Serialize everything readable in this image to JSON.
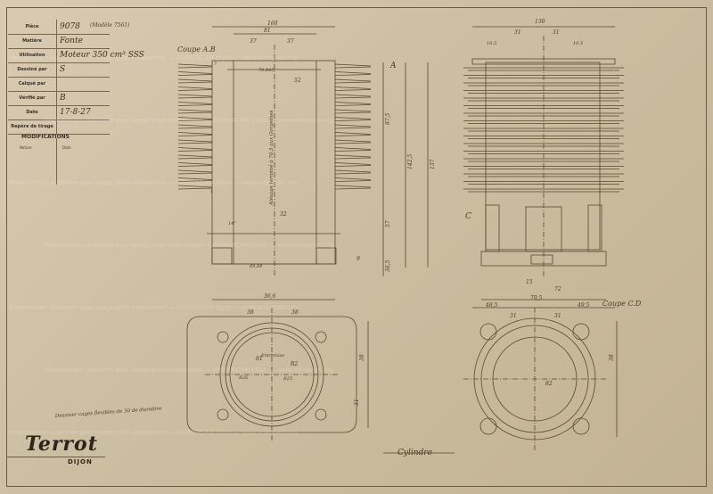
{
  "title_block": {
    "rows": [
      {
        "label": "Pièce",
        "value": "9078",
        "note": "(Modèle 7561)"
      },
      {
        "label": "Matière",
        "value": "Fonte",
        "note": ""
      },
      {
        "label": "Utilisation",
        "value": "Moteur 350 cm³ SSS",
        "note": ""
      },
      {
        "label": "Dessiné par",
        "value": "S",
        "note": ""
      },
      {
        "label": "Calqué par",
        "value": "",
        "note": ""
      },
      {
        "label": "Vérifié par",
        "value": "B",
        "note": ""
      },
      {
        "label": "Date",
        "value": "17-8-27",
        "note": ""
      },
      {
        "label": "Repère de tirage",
        "value": "",
        "note": ""
      }
    ],
    "modifications_heading": "MODIFICATIONS",
    "modif_columns": [
      "Nature",
      "Date"
    ]
  },
  "logo": {
    "brand": "Terrot",
    "city": "DIJON"
  },
  "views": {
    "section_ab_label": "Coupe A.B",
    "section_cd_label": "Coupe C.D",
    "title": "Cylindre",
    "mark_a": "A",
    "mark_c": "C",
    "bore_note": "Alésage terminé à 70,5 aux Gorgeines",
    "bottom_left_note": "Dessiner cages flexibles de 30 de diamètre",
    "plan_note": "Entretoise"
  },
  "dimensions": {
    "top": [
      "160",
      "81",
      "37",
      "37",
      "130",
      "31",
      "31",
      "10,5",
      "10,5"
    ],
    "left_view": [
      "70,843",
      "52",
      "32",
      "14°",
      "69,89",
      "7",
      "1"
    ],
    "vertical": [
      "87,5",
      "142,5",
      "137",
      "57",
      "36,5",
      "9"
    ],
    "middle": [
      "36,6",
      "38",
      "38",
      "15",
      "72",
      "48,5",
      "79,5",
      "49,5",
      "31",
      "31",
      "38",
      "38",
      "31"
    ],
    "circle": [
      "81",
      "R2",
      "R26",
      "R25",
      "82"
    ]
  },
  "colors": {
    "ink": "#5a4632",
    "paper": "#d4c6aa"
  },
  "watermark": "Reproduction autorisée pour usage privé uniquement — ARBRACAM Dijon — www.arbracam.org"
}
